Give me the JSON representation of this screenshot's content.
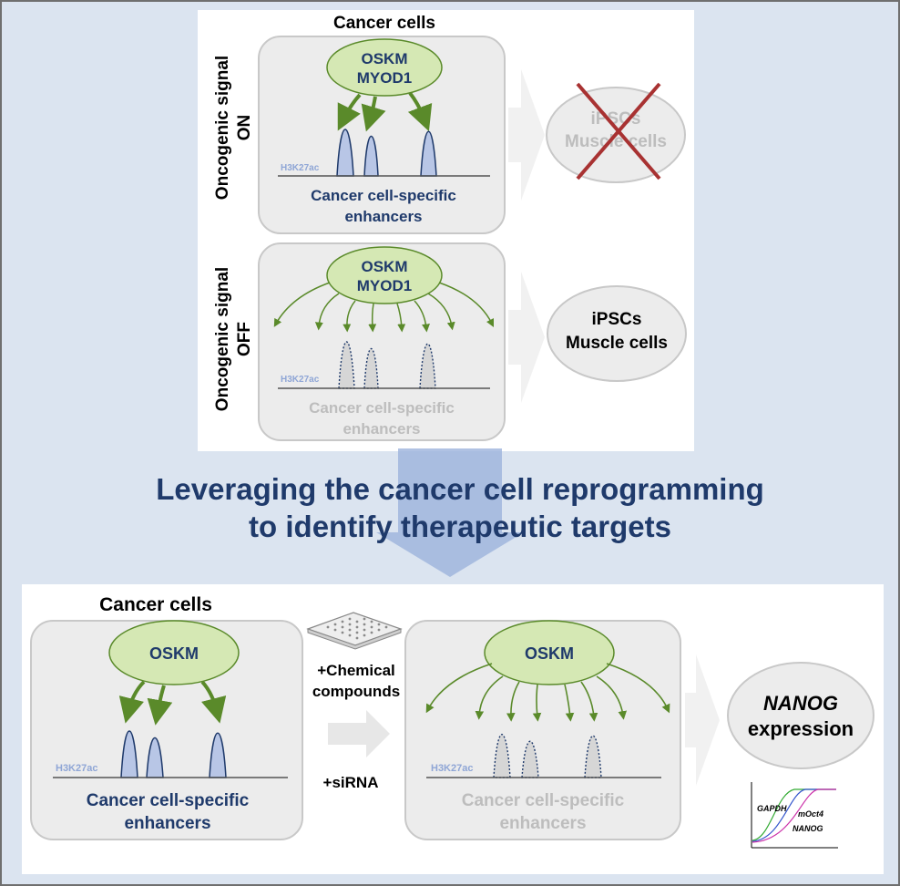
{
  "top": {
    "title": "Cancer cells",
    "on_label_line1": "Oncogenic signal",
    "on_label_line2": "ON",
    "off_label_line1": "Oncogenic signal",
    "off_label_line2": "OFF",
    "factor_line1": "OSKM",
    "factor_line2": "MYOD1",
    "track_label": "H3K27ac",
    "enhancer_line1": "Cancer cell-specific",
    "enhancer_line2": "enhancers",
    "outcome_line1": "iPSCs",
    "outcome_line2": "Muscle cells"
  },
  "headline": {
    "line1": "Leveraging the cancer cell reprogramming",
    "line2": "to identify therapeutic targets"
  },
  "bottom": {
    "title": "Cancer cells",
    "factor": "OSKM",
    "track_label": "H3K27ac",
    "enhancer_line1": "Cancer cell-specific",
    "enhancer_line2": "enhancers",
    "treatment_chem_line1": "+Chemical",
    "treatment_chem_line2": "compounds",
    "treatment_sirna": "+siRNA",
    "outcome_gene": "NANOG",
    "outcome_word": "expression",
    "qpcr_labels": [
      "GAPDH",
      "mOct4",
      "NANOG"
    ]
  },
  "colors": {
    "navy": "#1f3a6b",
    "green_fill": "#d5e8b4",
    "green_stroke": "#5a8a2a",
    "peak_blue": "#b8c6e6",
    "box_gray": "#ececec",
    "cross_red": "#a83232"
  }
}
